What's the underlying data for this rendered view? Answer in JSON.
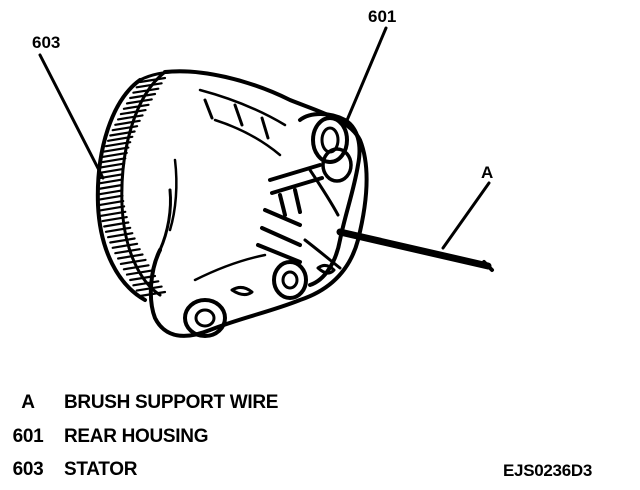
{
  "diagram": {
    "callouts": [
      {
        "id": "603",
        "label": "603"
      },
      {
        "id": "601",
        "label": "601"
      },
      {
        "id": "A",
        "label": "A"
      }
    ],
    "legend": [
      {
        "key": "A",
        "description": "BRUSH SUPPORT WIRE"
      },
      {
        "key": "601",
        "description": "REAR HOUSING"
      },
      {
        "key": "603",
        "description": "STATOR"
      }
    ],
    "figure_code": "EJS0236D3"
  }
}
